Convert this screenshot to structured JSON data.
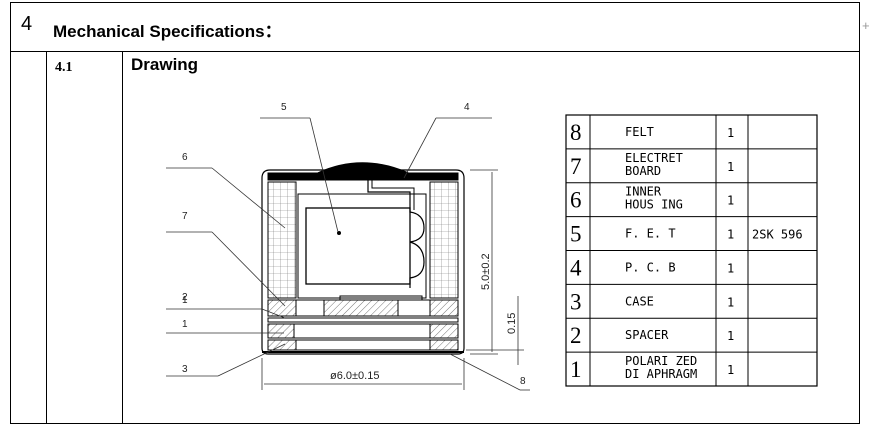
{
  "section": {
    "number": "4",
    "title": "Mechanical Specifications："
  },
  "subsection": {
    "number": "4.1",
    "title": "Drawing"
  },
  "callouts": [
    "1",
    "2",
    "3",
    "4",
    "5",
    "6",
    "7",
    "8"
  ],
  "dimensions": {
    "diameter": "ø6.0±0.15",
    "height": "5.0±0.2",
    "spacer": "0.15"
  },
  "parts_table": {
    "rows": [
      {
        "no": "8",
        "name": [
          "FELT"
        ],
        "qty": "1",
        "note": ""
      },
      {
        "no": "7",
        "name": [
          "ELECTRET",
          "BOARD"
        ],
        "qty": "1",
        "note": ""
      },
      {
        "no": "6",
        "name": [
          "INNER",
          "HOUS ING"
        ],
        "qty": "1",
        "note": ""
      },
      {
        "no": "5",
        "name": [
          "F. E. T"
        ],
        "qty": "1",
        "note": "2SK 596"
      },
      {
        "no": "4",
        "name": [
          "P. C. B"
        ],
        "qty": "1",
        "note": ""
      },
      {
        "no": "3",
        "name": [
          "CASE"
        ],
        "qty": "1",
        "note": ""
      },
      {
        "no": "2",
        "name": [
          "SPACER"
        ],
        "qty": "1",
        "note": ""
      },
      {
        "no": "1",
        "name": [
          "POLARI ZED",
          "DI APHRAGM"
        ],
        "qty": "1",
        "note": ""
      }
    ]
  }
}
